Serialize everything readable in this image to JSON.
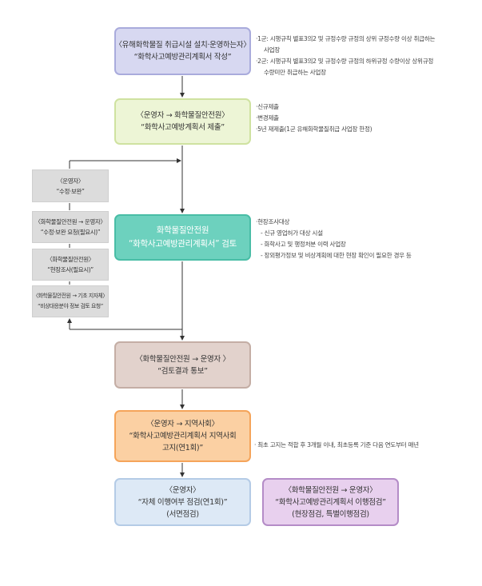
{
  "boxes": {
    "b1": {
      "line1": "〈유해화학물질 취급시설 설치·운영하는자〉",
      "line2": "“화학사고예방관리계획서 작성”"
    },
    "b2": {
      "line1": "〈운영자 → 화학물질안전원〉",
      "line2": "“화학사고예방계획서 제출”"
    },
    "b3": {
      "line1": "화학물질안전원",
      "line2": "“화학사고예방관리계획서” 검토"
    },
    "b4": {
      "line1": "〈화학물질안전원 → 운영자 〉",
      "line2": "“검토결과 통보”"
    },
    "b5": {
      "line1": "〈운영자 → 지역사회〉",
      "line2": "“화학사고예방관리계획서 지역사회",
      "line3": "고지(연1회)”"
    },
    "b6": {
      "line1": "〈운영자〉",
      "line2": "“자체 이행여부 점검(연1회)”",
      "line3": "(서면점검)"
    },
    "b7": {
      "line1": "〈화학물질안전원 → 운영자〉",
      "line2": "“화학사고예방관리계획서 이행점검”",
      "line3": "(현장점검, 특별이행점검)"
    }
  },
  "side_boxes": {
    "s1": {
      "line1": "〈운영자〉",
      "line2": "“수정·보완”"
    },
    "s2": {
      "line1": "〈화학물질안전원 → 운영자〉",
      "line2": "“수정·보완 요청(필요시)”"
    },
    "s3": {
      "line1": "〈화학물질안전원〉",
      "line2": "“현장조사(필요시)”"
    },
    "s4": {
      "line1": "〈화학물질안전원 → 기초 지자체〉",
      "line2": "“비상대응분야 정보 검토 요청”"
    }
  },
  "notes": {
    "n1": {
      "l1": "·1군: 시행규칙 별표3의2 및 규정수량 규정의 상위 규정수량 이상 취급하는",
      "l2": "사업장",
      "l3": "·2군: 시행규칙 별표3의2 및 규정수량 규정의 하위규정 수량이상 상위규정",
      "l4": "수량미만 취급하는 사업장"
    },
    "n2": {
      "l1": "·신규제출",
      "l2": "·변경제출",
      "l3": "·5년 재제출(1군 유해화학물질취급 사업장 한정)"
    },
    "n3": {
      "l1": "·현장조사대상",
      "l2": "- 신규 영업허가 대상 시설",
      "l3": "- 화학사고 및 행정처분 이력 사업장",
      "l4": "- 장외평가정보 및 비상계획에 대한 현장 확인이 필요한 경우 등"
    },
    "n4": {
      "l1": "· 최초 고지는 적합 후 3개월 이내, 최초등록 기준 다음 연도부터 매년"
    }
  }
}
